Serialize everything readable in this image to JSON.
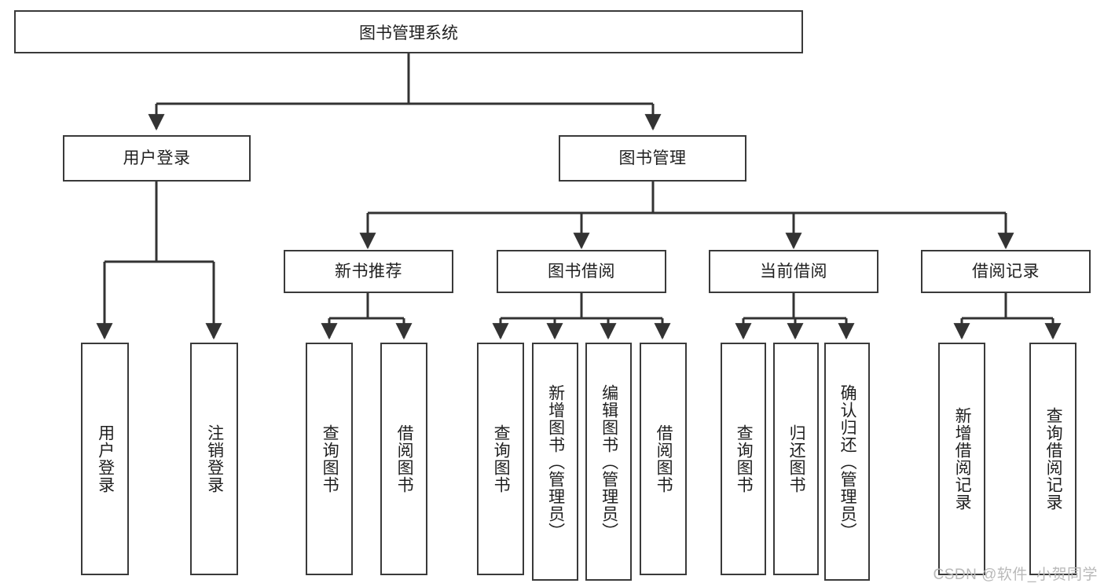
{
  "diagram": {
    "title": "图书管理系统",
    "type": "tree",
    "watermark": "CSDN @软件_小贺同学",
    "colors": {
      "box_border": "#3a3a3a",
      "box_fill": "#ffffff",
      "edge": "#333333",
      "text": "#1f1f1f",
      "watermark": "#b9b9b9",
      "background": "#ffffff"
    },
    "levels": {
      "level0": [
        "图书管理系统"
      ],
      "level1": [
        "用户登录",
        "图书管理"
      ],
      "level2": [
        "新书推荐",
        "图书借阅",
        "当前借阅",
        "借阅记录"
      ],
      "level3": [
        "用户登录",
        "注销登录",
        "查询图书",
        "借阅图书",
        "查询图书",
        "新增图书（管理员）",
        "编辑图书（管理员）",
        "借阅图书",
        "查询图书",
        "归还图书",
        "确认归还（管理员）",
        "新增借阅记录",
        "查询借阅记录"
      ]
    },
    "nodes": {
      "root": {
        "label": "图书管理系统"
      },
      "user_login": {
        "label": "用户登录"
      },
      "book_manage": {
        "label": "图书管理"
      },
      "new_book_rec": {
        "label": "新书推荐"
      },
      "book_borrow": {
        "label": "图书借阅"
      },
      "current_borrow": {
        "label": "当前借阅"
      },
      "borrow_record": {
        "label": "借阅记录"
      },
      "leaf_user_login": {
        "label": "用户登录"
      },
      "leaf_logout": {
        "label": "注销登录"
      },
      "leaf_query_book_1": {
        "label": "查询图书"
      },
      "leaf_borrow_book_1": {
        "label": "借阅图书"
      },
      "leaf_query_book_2": {
        "label": "查询图书"
      },
      "leaf_add_book": {
        "label": "新增图书（管理员）"
      },
      "leaf_edit_book": {
        "label": "编辑图书（管理员）"
      },
      "leaf_borrow_book_2": {
        "label": "借阅图书"
      },
      "leaf_query_book_3": {
        "label": "查询图书"
      },
      "leaf_return_book": {
        "label": "归还图书"
      },
      "leaf_confirm_return": {
        "label": "确认归还（管理员）"
      },
      "leaf_add_record": {
        "label": "新增借阅记录"
      },
      "leaf_query_record": {
        "label": "查询借阅记录"
      }
    }
  }
}
